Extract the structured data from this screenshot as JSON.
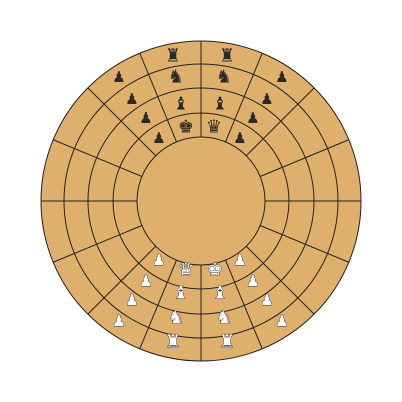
{
  "game": {
    "type": "circular-chess",
    "colors": {
      "board": "#deb06c",
      "lines": "#222222",
      "background": "#ffffff"
    }
  },
  "pieces": [
    {
      "id": "black-rook-1",
      "color": "black",
      "kind": "rook",
      "glyph": "♜"
    },
    {
      "id": "black-rook-2",
      "color": "black",
      "kind": "rook",
      "glyph": "♜"
    },
    {
      "id": "black-knight-1",
      "color": "black",
      "kind": "knight",
      "glyph": "♞"
    },
    {
      "id": "black-knight-2",
      "color": "black",
      "kind": "knight",
      "glyph": "♞"
    },
    {
      "id": "black-bishop-1",
      "color": "black",
      "kind": "bishop",
      "glyph": "♝"
    },
    {
      "id": "black-bishop-2",
      "color": "black",
      "kind": "bishop",
      "glyph": "♝"
    },
    {
      "id": "black-king",
      "color": "black",
      "kind": "king",
      "glyph": "♚"
    },
    {
      "id": "black-queen",
      "color": "black",
      "kind": "queen",
      "glyph": "♛"
    },
    {
      "id": "black-pawn-1",
      "color": "black",
      "kind": "pawn",
      "glyph": "♟"
    },
    {
      "id": "black-pawn-2",
      "color": "black",
      "kind": "pawn",
      "glyph": "♟"
    },
    {
      "id": "black-pawn-3",
      "color": "black",
      "kind": "pawn",
      "glyph": "♟"
    },
    {
      "id": "black-pawn-4",
      "color": "black",
      "kind": "pawn",
      "glyph": "♟"
    },
    {
      "id": "black-pawn-5",
      "color": "black",
      "kind": "pawn",
      "glyph": "♟"
    },
    {
      "id": "black-pawn-6",
      "color": "black",
      "kind": "pawn",
      "glyph": "♟"
    },
    {
      "id": "black-pawn-7",
      "color": "black",
      "kind": "pawn",
      "glyph": "♟"
    },
    {
      "id": "black-pawn-8",
      "color": "black",
      "kind": "pawn",
      "glyph": "♟"
    },
    {
      "id": "white-rook-1",
      "color": "white",
      "kind": "rook",
      "glyph": "♜"
    },
    {
      "id": "white-rook-2",
      "color": "white",
      "kind": "rook",
      "glyph": "♜"
    },
    {
      "id": "white-knight-1",
      "color": "white",
      "kind": "knight",
      "glyph": "♞"
    },
    {
      "id": "white-knight-2",
      "color": "white",
      "kind": "knight",
      "glyph": "♞"
    },
    {
      "id": "white-bishop-1",
      "color": "white",
      "kind": "bishop",
      "glyph": "♝"
    },
    {
      "id": "white-bishop-2",
      "color": "white",
      "kind": "bishop",
      "glyph": "♝"
    },
    {
      "id": "white-queen",
      "color": "white",
      "kind": "queen",
      "glyph": "♛"
    },
    {
      "id": "white-king",
      "color": "white",
      "kind": "king",
      "glyph": "♚"
    },
    {
      "id": "white-pawn-1",
      "color": "white",
      "kind": "pawn",
      "glyph": "♟"
    },
    {
      "id": "white-pawn-2",
      "color": "white",
      "kind": "pawn",
      "glyph": "♟"
    },
    {
      "id": "white-pawn-3",
      "color": "white",
      "kind": "pawn",
      "glyph": "♟"
    },
    {
      "id": "white-pawn-4",
      "color": "white",
      "kind": "pawn",
      "glyph": "♟"
    },
    {
      "id": "white-pawn-5",
      "color": "white",
      "kind": "pawn",
      "glyph": "♟"
    },
    {
      "id": "white-pawn-6",
      "color": "white",
      "kind": "pawn",
      "glyph": "♟"
    },
    {
      "id": "white-pawn-7",
      "color": "white",
      "kind": "pawn",
      "glyph": "♟"
    },
    {
      "id": "white-pawn-8",
      "color": "white",
      "kind": "pawn",
      "glyph": "♟"
    }
  ]
}
